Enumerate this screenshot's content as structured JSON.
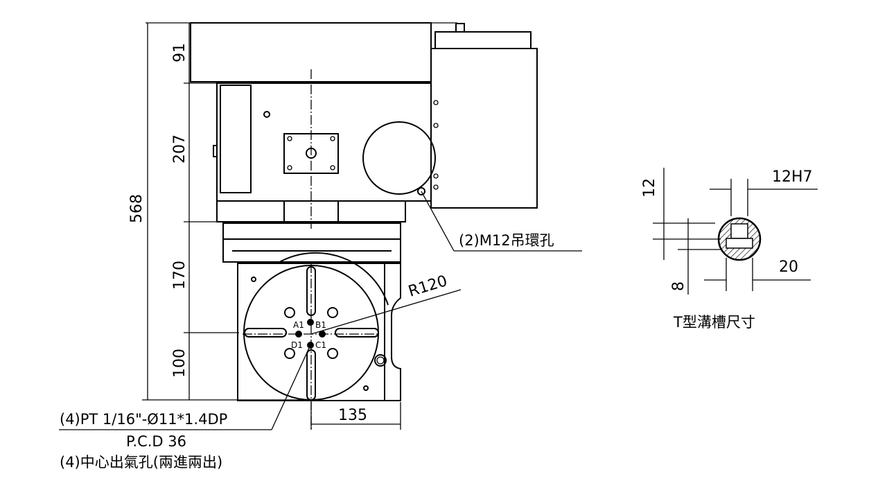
{
  "dimensions": {
    "overall_height": "568",
    "top_section": "91",
    "body_section": "207",
    "table_section": "170",
    "lower_section": "100",
    "half_width": "135",
    "radius": "R120"
  },
  "callouts": {
    "lifting_holes": "(2)M12吊環孔",
    "air_port": "(4)PT 1/16\"-Ø11*1.4DP",
    "pcd": "P.C.D 36",
    "center_air_holes": "(4)中心出氣孔(兩進兩出)"
  },
  "port_labels": [
    "A1",
    "B1",
    "C1",
    "D1"
  ],
  "tslot": {
    "title": "T型溝槽尺寸",
    "width": "12H7",
    "depth": "12",
    "bottom_width": "20",
    "bottom_height": "8"
  }
}
